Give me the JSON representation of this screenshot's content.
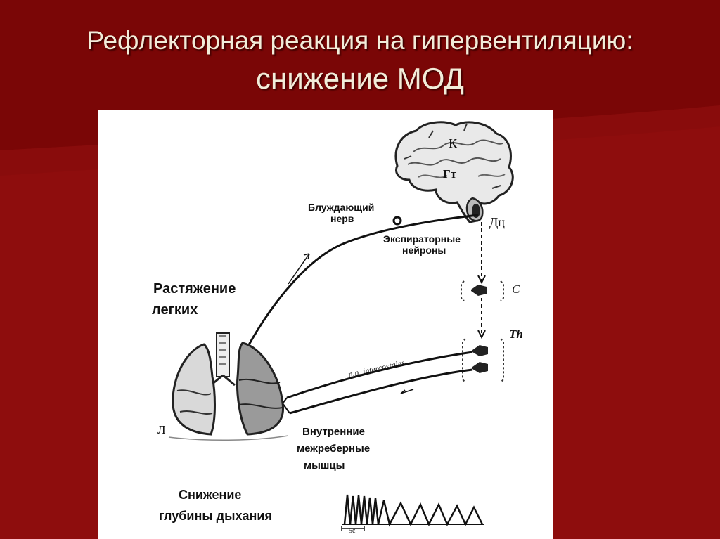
{
  "slide": {
    "title_line1": "Рефлекторная реакция на гипервентиляцию:",
    "title_line2": "снижение МОД",
    "background_color": "#8e0d0d",
    "title_color": "#f2ecd9"
  },
  "diagram": {
    "labels": {
      "brain_cortex": "К",
      "brain_hypothalamus": "Гт",
      "respiratory_center": "Дц",
      "vagus_nerve_line1": "Блуждающий",
      "vagus_nerve_line2": "нерв",
      "expiratory_neurons_line1": "Экспираторные",
      "expiratory_neurons_line2": "нейроны",
      "cervical_segment": "С",
      "thoracic_segment": "Th",
      "lung_stretch_line1": "Растяжение",
      "lung_stretch_line2": "легких",
      "intercostal_nerves": "n.n. intercostales",
      "lungs": "Л",
      "muscles_line1": "Внутренние",
      "muscles_line2": "межреберные",
      "muscles_line3": "мышцы",
      "result_line1": "Снижение",
      "result_line2": "глубины дыхания",
      "time_scale": "5с"
    },
    "breathing_trace_peaks": 12
  }
}
